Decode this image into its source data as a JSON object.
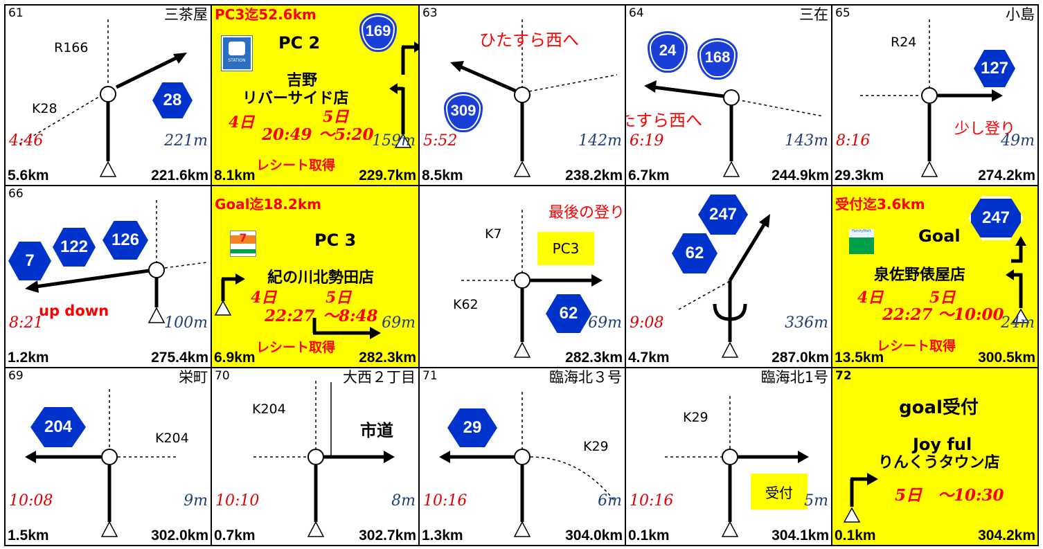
{
  "cells": [
    {
      "num": "61",
      "place": "三茶屋",
      "time": "4:46",
      "seg": "221m",
      "dist": "5.6km",
      "total": "221.6km",
      "roads": {
        "r1": "R166",
        "r2": "K28"
      },
      "route": "28"
    },
    {
      "num": "",
      "header": "PC3迄52.6km",
      "pc": "PC 2",
      "shop1": "吉野",
      "shop2": "リバーサイド店",
      "day1": "4日",
      "day2": "5日",
      "time1": "20:49",
      "time2": "～5:20",
      "receipt": "レシート取得",
      "seg": "159m",
      "dist": "8.1km",
      "total": "229.7km",
      "route": "169",
      "logo": "LAWSON STATION"
    },
    {
      "num": "63",
      "note": "ひたすら西へ",
      "time": "5:52",
      "seg": "142m",
      "dist": "8.5km",
      "total": "238.2km",
      "route": "309"
    },
    {
      "num": "64",
      "place": "三在",
      "note": "ひたすら西へ",
      "time": "6:19",
      "seg": "143m",
      "dist": "6.7km",
      "total": "244.9km",
      "routeA": "24",
      "routeB": "168"
    },
    {
      "num": "65",
      "place": "小島",
      "roads": {
        "r1": "R24"
      },
      "note": "少し登り",
      "time": "8:16",
      "seg": "49m",
      "dist": "29.3km",
      "total": "274.2km",
      "route": "127"
    },
    {
      "num": "66",
      "note": "up down",
      "time": "8:21",
      "seg": "100m",
      "dist": "1.2km",
      "total": "275.4km",
      "routes": [
        "7",
        "122",
        "126"
      ]
    },
    {
      "header": "Goal迄18.2km",
      "pc": "PC 3",
      "shop1": "紀の川北勢田店",
      "day1": "4日",
      "day2": "5日",
      "time1": "22:27",
      "time2": "～8:48",
      "receipt": "レシート取得",
      "seg": "69m",
      "dist": "6.9km",
      "total": "282.3km",
      "logo": "7 ELEVEN"
    },
    {
      "note": "最後の登り",
      "roads": {
        "r1": "K7",
        "r2": "K62"
      },
      "box": "PC3",
      "seg": "69m",
      "total": "282.3km",
      "route": "62"
    },
    {
      "time": "9:08",
      "seg": "336m",
      "dist": "4.7km",
      "total": "287.0km",
      "routeA": "247",
      "routeB": "62"
    },
    {
      "header": "受付迄3.6km",
      "pc": "Goal",
      "shop1": "泉佐野俵屋店",
      "day1": "4日",
      "day2": "5日",
      "time1": "22:27",
      "time2": "～10:00",
      "receipt": "レシート取得",
      "seg": "24m",
      "dist": "13.5km",
      "total": "300.5km",
      "route": "247",
      "logo": "FamilyMart"
    },
    {
      "num": "69",
      "place": "栄町",
      "roads": {
        "r1": "K204"
      },
      "time": "10:08",
      "seg": "9m",
      "dist": "1.5km",
      "total": "302.0km",
      "route": "204"
    },
    {
      "num": "70",
      "place": "大西２丁目",
      "roads": {
        "r1": "K204"
      },
      "road2": "市道",
      "time": "10:10",
      "seg": "8m",
      "dist": "0.7km",
      "total": "302.7km"
    },
    {
      "num": "71",
      "place": "臨海北３号",
      "roads": {
        "r1": "K29"
      },
      "time": "10:16",
      "seg": "6m",
      "dist": "1.3km",
      "total": "304.0km",
      "route": "29"
    },
    {
      "place": "臨海北1号",
      "roads": {
        "r1": "K29"
      },
      "box": "受付",
      "time": "10:16",
      "seg": "5m",
      "dist": "0.1km",
      "total": "304.1km"
    },
    {
      "num": "72",
      "title": "goal受付",
      "shop1": "Joy ful",
      "shop2": "りんくうタウン店",
      "time2": "5日　～10:30",
      "dist": "0.1km",
      "total": "304.2km"
    }
  ],
  "colors": {
    "yellow": "#ffff00",
    "route_blue": "#1a3fd6",
    "red": "#ff0000",
    "seg_blue": "#1f3f7a"
  }
}
